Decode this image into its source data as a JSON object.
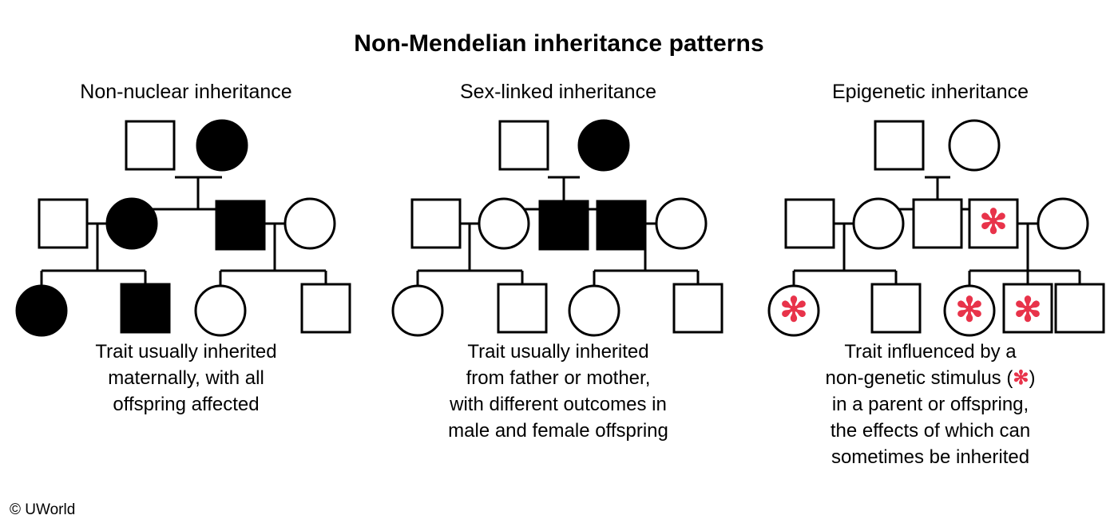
{
  "figure": {
    "title": "Non-Mendelian inheritance patterns",
    "copyright": "© UWorld"
  },
  "colors": {
    "affected_fill": "#000000",
    "unaffected_fill": "#ffffff",
    "stroke": "#000000",
    "marker": "#E8334A",
    "background": "#ffffff"
  },
  "legend": {
    "marker_symbol": "✻",
    "marker_meaning": "non-genetic stimulus"
  },
  "panels": [
    {
      "id": "non-nuclear",
      "heading": "Non-nuclear inheritance",
      "caption": "Trait usually inherited\nmaternally, with all\noffspring affected",
      "caption_lines": [
        "Trait usually inherited",
        "maternally, with all",
        "offspring affected"
      ],
      "pedigree": {
        "generations": [
          {
            "generation": 1,
            "individuals": [
              {
                "shape": "square",
                "sex": "male",
                "affected": false,
                "marker": false
              },
              {
                "shape": "circle",
                "sex": "female",
                "affected": true,
                "marker": false
              }
            ]
          },
          {
            "generation": 2,
            "individuals": [
              {
                "shape": "square",
                "sex": "male",
                "affected": false,
                "marker": false,
                "role": "spouse"
              },
              {
                "shape": "circle",
                "sex": "female",
                "affected": true,
                "marker": false,
                "role": "child"
              },
              {
                "shape": "square",
                "sex": "male",
                "affected": true,
                "marker": false,
                "role": "child"
              },
              {
                "shape": "circle",
                "sex": "female",
                "affected": false,
                "marker": false,
                "role": "spouse"
              }
            ]
          },
          {
            "generation": 3,
            "individuals": [
              {
                "shape": "circle",
                "sex": "female",
                "affected": true,
                "marker": false
              },
              {
                "shape": "square",
                "sex": "male",
                "affected": true,
                "marker": false
              },
              {
                "shape": "circle",
                "sex": "female",
                "affected": false,
                "marker": false
              },
              {
                "shape": "square",
                "sex": "male",
                "affected": false,
                "marker": false
              }
            ]
          }
        ]
      }
    },
    {
      "id": "sex-linked",
      "heading": "Sex-linked inheritance",
      "caption": "Trait usually inherited\nfrom father or mother,\nwith different outcomes in\nmale and female offspring",
      "caption_lines": [
        "Trait usually inherited",
        "from father or mother,",
        "with different outcomes in",
        "male and female offspring"
      ],
      "pedigree": {
        "generations": [
          {
            "generation": 1,
            "individuals": [
              {
                "shape": "square",
                "sex": "male",
                "affected": false,
                "marker": false
              },
              {
                "shape": "circle",
                "sex": "female",
                "affected": true,
                "marker": false
              }
            ]
          },
          {
            "generation": 2,
            "individuals": [
              {
                "shape": "square",
                "sex": "male",
                "affected": false,
                "marker": false,
                "role": "spouse"
              },
              {
                "shape": "circle",
                "sex": "female",
                "affected": false,
                "marker": false,
                "role": "child"
              },
              {
                "shape": "square",
                "sex": "male",
                "affected": true,
                "marker": false,
                "role": "child"
              },
              {
                "shape": "square",
                "sex": "male",
                "affected": true,
                "marker": false,
                "role": "child"
              },
              {
                "shape": "circle",
                "sex": "female",
                "affected": false,
                "marker": false,
                "role": "spouse"
              }
            ]
          },
          {
            "generation": 3,
            "individuals": [
              {
                "shape": "circle",
                "sex": "female",
                "affected": false,
                "marker": false
              },
              {
                "shape": "square",
                "sex": "male",
                "affected": false,
                "marker": false
              },
              {
                "shape": "circle",
                "sex": "female",
                "affected": false,
                "marker": false
              },
              {
                "shape": "square",
                "sex": "male",
                "affected": false,
                "marker": false
              }
            ]
          }
        ]
      }
    },
    {
      "id": "epigenetic",
      "heading": "Epigenetic inheritance",
      "caption_parts": {
        "line1": "Trait influenced by a",
        "line2_before": "non-genetic stimulus (",
        "line2_marker": "✻",
        "line2_after": ")",
        "line3": "in a parent or offspring,",
        "line4": "the effects of which can",
        "line5": "sometimes be inherited"
      },
      "caption_plain": "Trait influenced by a non-genetic stimulus (✻) in a parent or offspring, the effects of which can sometimes be inherited",
      "pedigree": {
        "generations": [
          {
            "generation": 1,
            "individuals": [
              {
                "shape": "square",
                "sex": "male",
                "affected": false,
                "marker": false
              },
              {
                "shape": "circle",
                "sex": "female",
                "affected": false,
                "marker": false
              }
            ]
          },
          {
            "generation": 2,
            "individuals": [
              {
                "shape": "square",
                "sex": "male",
                "affected": false,
                "marker": false,
                "role": "spouse"
              },
              {
                "shape": "circle",
                "sex": "female",
                "affected": false,
                "marker": false,
                "role": "child"
              },
              {
                "shape": "square",
                "sex": "male",
                "affected": false,
                "marker": false,
                "role": "child"
              },
              {
                "shape": "square",
                "sex": "male",
                "affected": false,
                "marker": true,
                "role": "child"
              },
              {
                "shape": "circle",
                "sex": "female",
                "affected": false,
                "marker": false,
                "role": "spouse"
              }
            ]
          },
          {
            "generation": 3,
            "individuals": [
              {
                "shape": "circle",
                "sex": "female",
                "affected": false,
                "marker": true
              },
              {
                "shape": "square",
                "sex": "male",
                "affected": false,
                "marker": false
              },
              {
                "shape": "circle",
                "sex": "female",
                "affected": false,
                "marker": true
              },
              {
                "shape": "square",
                "sex": "male",
                "affected": false,
                "marker": true
              },
              {
                "shape": "square",
                "sex": "male",
                "affected": false,
                "marker": false
              }
            ]
          }
        ]
      }
    }
  ]
}
